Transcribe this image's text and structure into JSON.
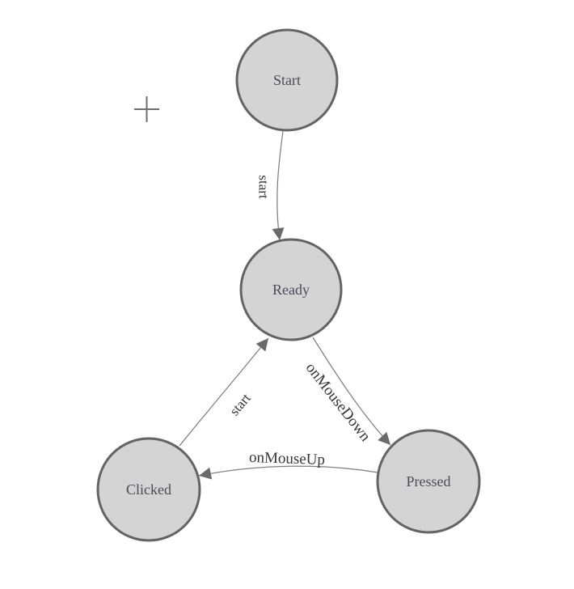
{
  "diagram": {
    "title": "finite-state-machine",
    "colors": {
      "background": "#ffffff",
      "node_fill": "#d4d4d4",
      "node_stroke": "#646464",
      "node_text": "#4c4c56",
      "edge_stroke": "#808080",
      "arrow_fill": "#6a6a6a",
      "edge_text": "#35353b",
      "crosshair": "#6e6e6e"
    },
    "nodes": [
      {
        "id": "start",
        "label": "Start"
      },
      {
        "id": "ready",
        "label": "Ready"
      },
      {
        "id": "clicked",
        "label": "Clicked"
      },
      {
        "id": "pressed",
        "label": "Pressed"
      }
    ],
    "edges": [
      {
        "from": "start",
        "to": "ready",
        "label": "start"
      },
      {
        "from": "clicked",
        "to": "ready",
        "label": "start"
      },
      {
        "from": "ready",
        "to": "pressed",
        "label": "onMouseDown"
      },
      {
        "from": "pressed",
        "to": "clicked",
        "label": "onMouseUp"
      }
    ]
  }
}
